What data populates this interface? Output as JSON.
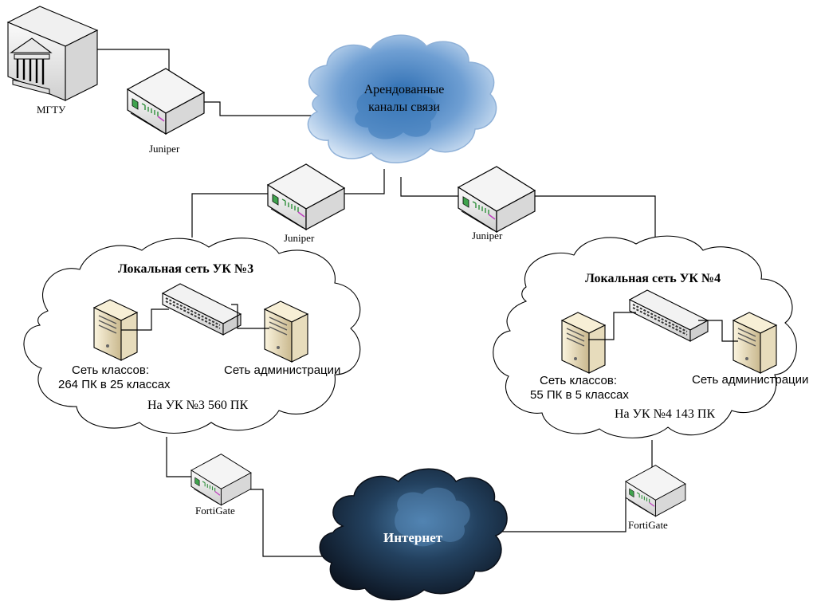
{
  "nodes": {
    "mgtu": {
      "label": "МГТУ"
    },
    "router_top": {
      "label": "Juniper"
    },
    "router_left": {
      "label": "Juniper"
    },
    "router_right": {
      "label": "Juniper"
    },
    "fortigate_left": {
      "label": "FortiGate"
    },
    "fortigate_right": {
      "label": "FortiGate"
    }
  },
  "clouds": {
    "leased": {
      "line1": "Арендованные",
      "line2": "каналы связи"
    },
    "internet": {
      "label": "Интернет"
    }
  },
  "lan3": {
    "title": "Локальная сеть УК №3",
    "classes_line1": "Сеть классов:",
    "classes_line2": "264 ПК в 25 классах",
    "admin": "Сеть администрации",
    "total": "На УК №3 560 ПК"
  },
  "lan4": {
    "title": "Локальная сеть УК №4",
    "classes_line1": "Сеть классов:",
    "classes_line2": "55 ПК в 5 классах",
    "admin": "Сеть администрации",
    "total": "На УК №4 143 ПК"
  },
  "colors": {
    "leased_cloud": "#7fa9d6",
    "internet_cloud": "#1c2f47",
    "server": "#eadfc2",
    "router": "#ececec"
  },
  "icons": {
    "mgtu": "building-icon",
    "router": "router-icon",
    "switch": "switch-icon",
    "server": "server-icon"
  }
}
